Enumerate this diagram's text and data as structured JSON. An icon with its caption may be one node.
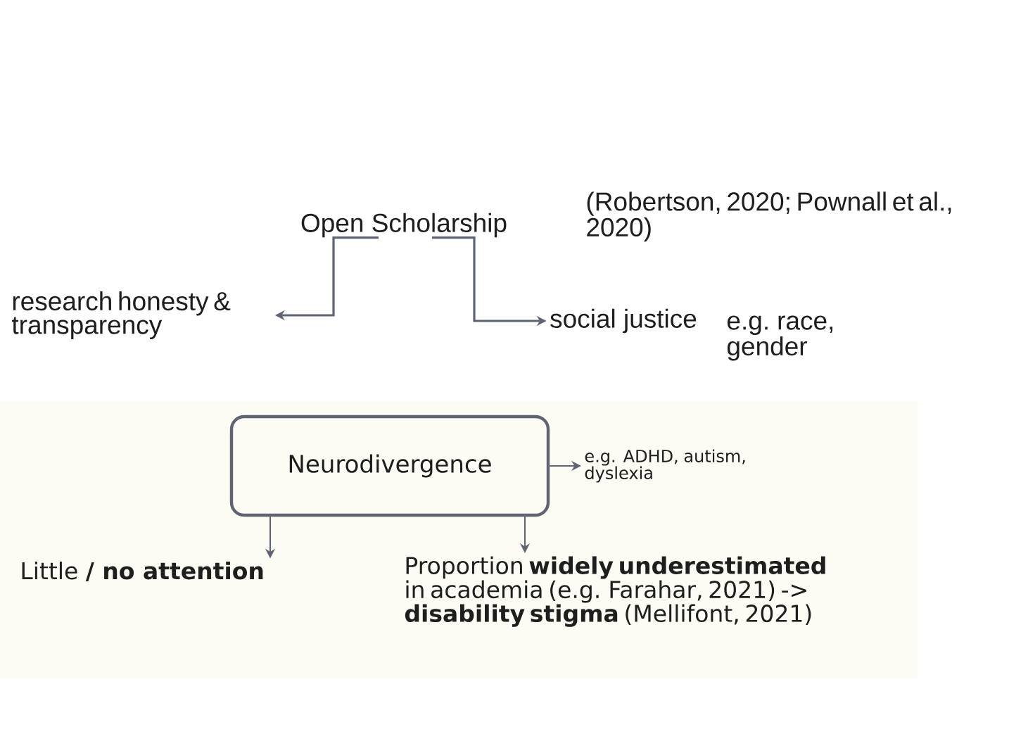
{
  "diagram": {
    "nodes": [
      {
        "text": [
          "Open Scholarship"
        ]
      },
      {
        "text": [
          "research honesty & transparency"
        ]
      },
      {
        "text": [
          "social justice"
        ],
        "beside": [
          "e.g. race, gender"
        ]
      },
      {
        "text": [
          "Neurodivergence"
        ]
      },
      {
        "text": [
          "e.g. ADHD, autism, dyslexia"
        ]
      },
      {
        "text": [
          "Little **/ no attention**"
        ]
      },
      {
        "text": [
          "Proportion **widely underestimated** in academia (e.g. Farahar, 2021) -> **disability stigma** (Mellifont, 2021)"
        ]
      }
    ],
    "edges": [
      {
        "from": 0,
        "to": 1,
        "arrow": "to"
      },
      {
        "from": 0,
        "to": 2,
        "arrow": "to"
      },
      {
        "from": 3,
        "to": 4,
        "arrow": "to"
      },
      {
        "from": 3,
        "to": 5,
        "arrow": "to"
      },
      {
        "from": 3,
        "to": 6,
        "arrow": "to"
      }
    ],
    "labels": [
      "(Robertson, 2020; Pownall et al., 2020)"
    ]
  }
}
